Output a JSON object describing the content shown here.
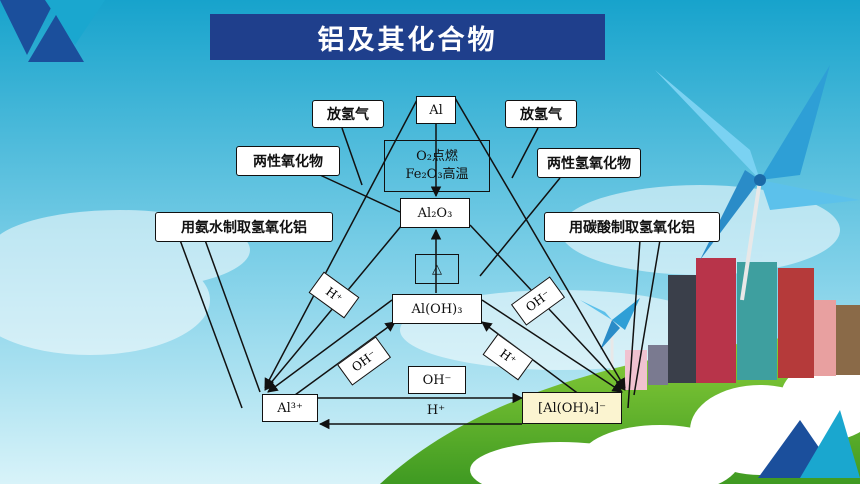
{
  "title": "铝及其化合物",
  "boxes": {
    "al": "Al",
    "cond1": "O₂点燃",
    "cond2": "Fe₂O₃高温",
    "al2o3": "Al₂O₃",
    "heat": "△",
    "aloh3": "Al(OH)₃",
    "al3": "Al³⁺",
    "aloh4": "[Al(OH)₄]⁻",
    "oh_bottom": "OH⁻",
    "h_bottom": "H⁺",
    "h_left": "H⁺",
    "oh_right": "OH⁻",
    "oh_left_low": "OH⁻",
    "h_right_low": "H⁺"
  },
  "callouts": {
    "hydrogen_left": "放氢气",
    "hydrogen_right": "放氢气",
    "amphoteric_oxide": "两性氧化物",
    "amphoteric_hydroxide": "两性氢氧化物",
    "ammonia": "用氨水制取氢氧化铝",
    "carbonic": "用碳酸制取氢氧化铝"
  },
  "colors": {
    "sky_top": "#1aa7cf",
    "sky_bottom": "#c9eef7",
    "title_bg": "#1f3f8c",
    "grass": "#5cb832",
    "accent_blue": "#1b4f9c"
  },
  "icons": [
    "pinwheel-icon",
    "books-icon",
    "triangle-logo-icon"
  ]
}
